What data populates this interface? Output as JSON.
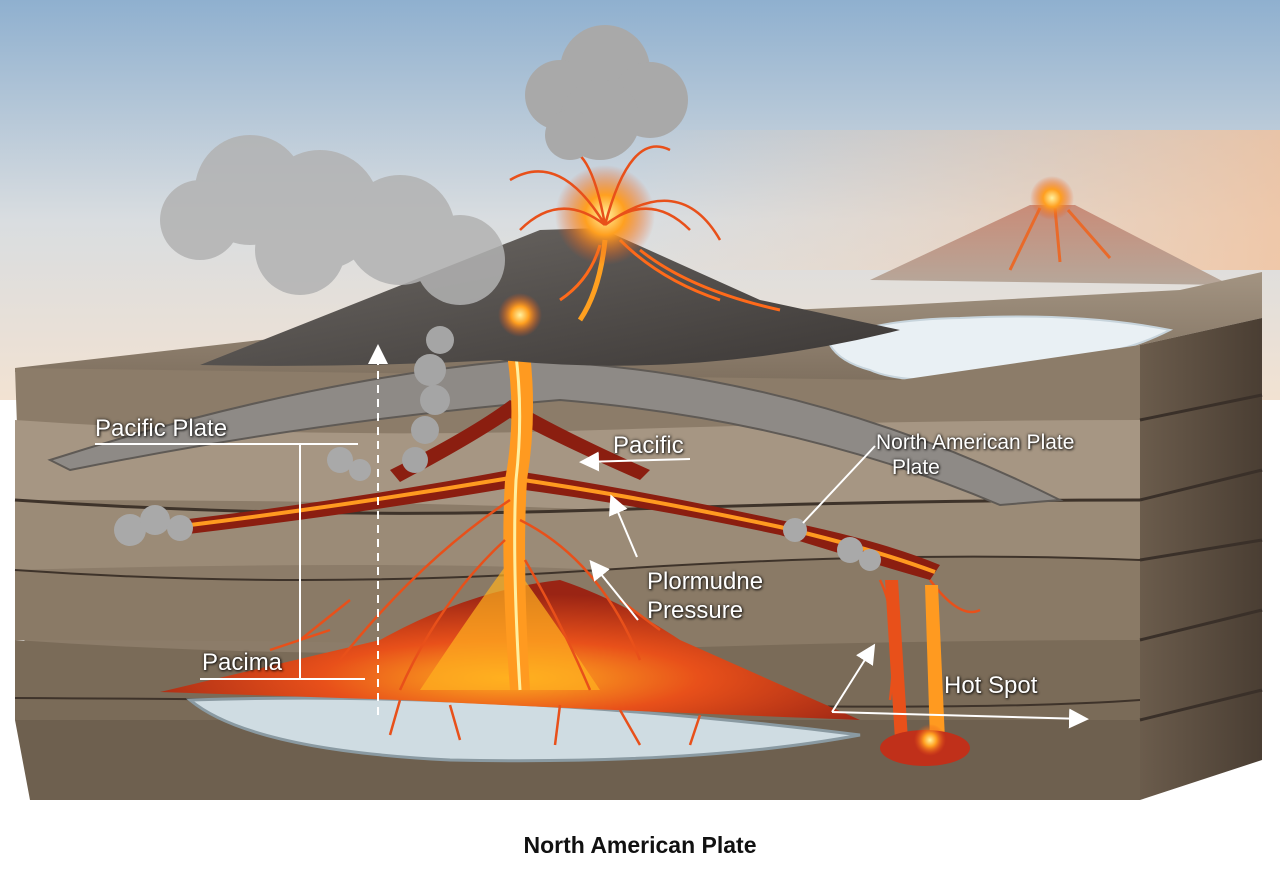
{
  "labels": {
    "pacific_plate": "Pacific Plate",
    "pacific": "Pacific",
    "north_american_plate_line1": "North American Plate",
    "north_american_plate_line2": "Plate",
    "plormudne": "Plormudne",
    "pressure": "Pressure",
    "pacima": "Pacima",
    "hot_spot": "Hot Spot"
  },
  "caption": "North American Plate",
  "colors": {
    "sky_top": "#8fb0cf",
    "sky_horizon": "#f2d9c4",
    "magma": "#e8501a",
    "lava_glow": "#ffb020",
    "rock_dark": "#5a4a3c",
    "crust": "#8a7a66"
  }
}
